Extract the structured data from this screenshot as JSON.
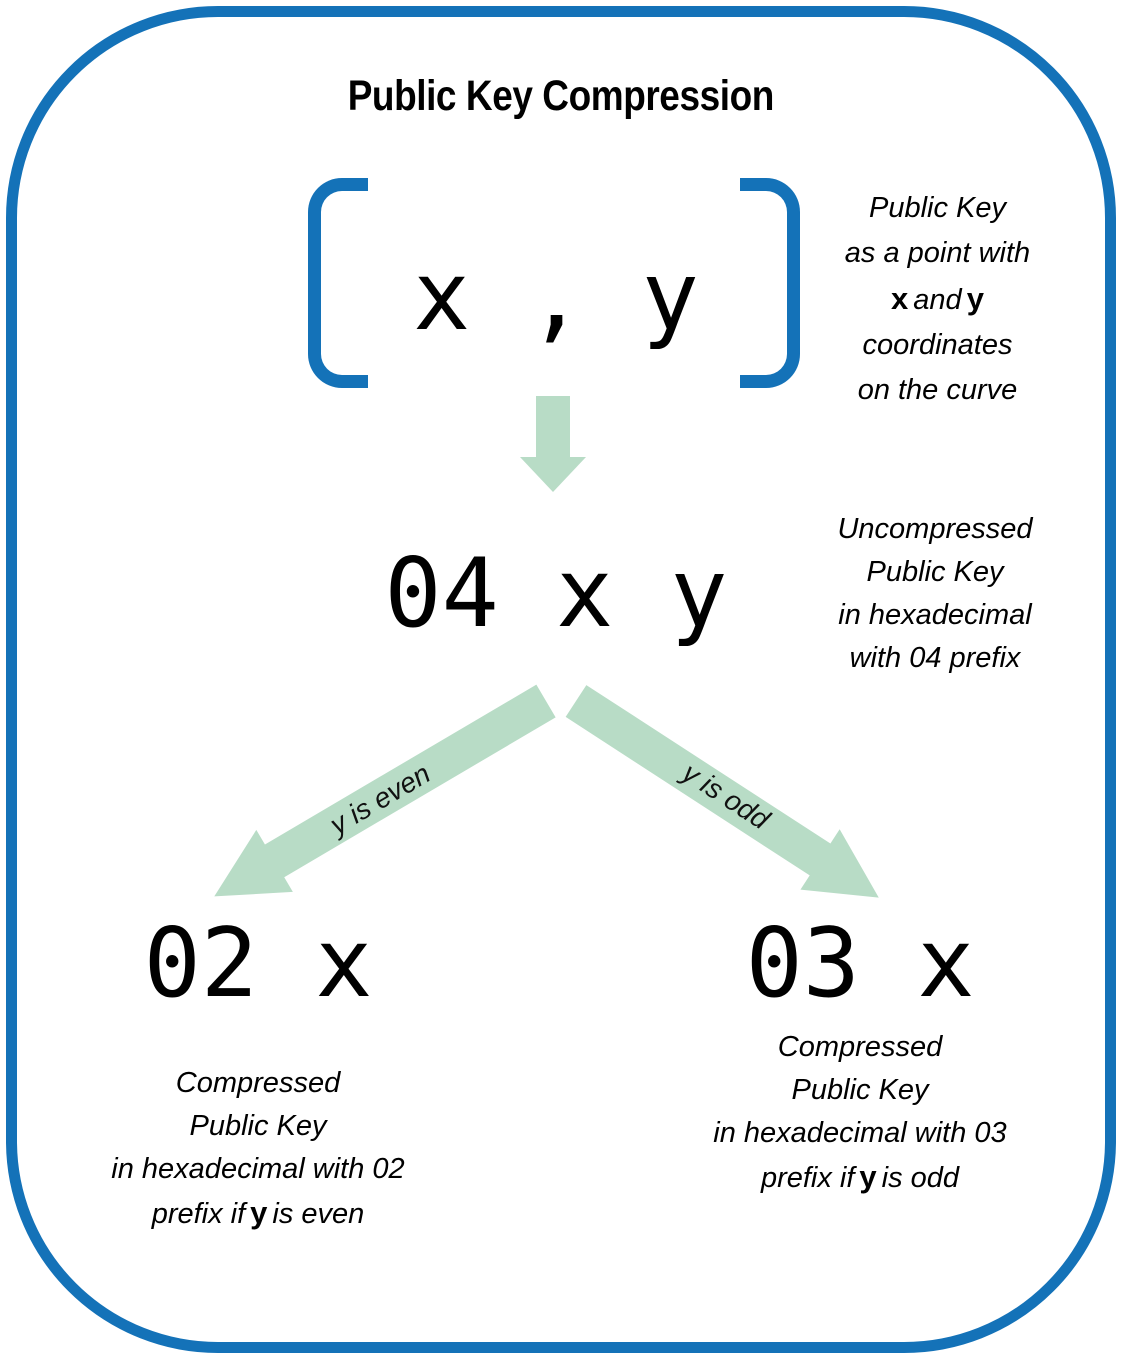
{
  "title": "Public Key Compression",
  "codes": {
    "point": "x , y",
    "uncompressed": "04 x y",
    "compressed_even": "02 x",
    "compressed_odd": "03 x"
  },
  "labels": {
    "branch_left": "y is even",
    "branch_right": "y is odd"
  },
  "annotations": {
    "point": {
      "l1": "Public Key",
      "l2": "as a point with",
      "x": "x",
      "and": "and",
      "y": "y",
      "l4": "coordinates",
      "l5": "on the curve"
    },
    "uncompressed": {
      "l1": "Uncompressed",
      "l2": "Public Key",
      "l3": "in hexadecimal",
      "l4": "with 04 prefix"
    },
    "compressed_even": {
      "l1": "Compressed",
      "l2": "Public Key",
      "l3": "in hexadecimal with 02",
      "l4_pre": "prefix if",
      "l4_bold": "y",
      "l4_post": "is even"
    },
    "compressed_odd": {
      "l1": "Compressed",
      "l2": "Public Key",
      "l3": "in hexadecimal with 03",
      "l4_pre": "prefix if",
      "l4_bold": "y",
      "l4_post": "is odd"
    }
  },
  "colors": {
    "frame_blue": "#1472b8",
    "arrow_green": "#b8dcc6",
    "text_black": "#000000"
  }
}
